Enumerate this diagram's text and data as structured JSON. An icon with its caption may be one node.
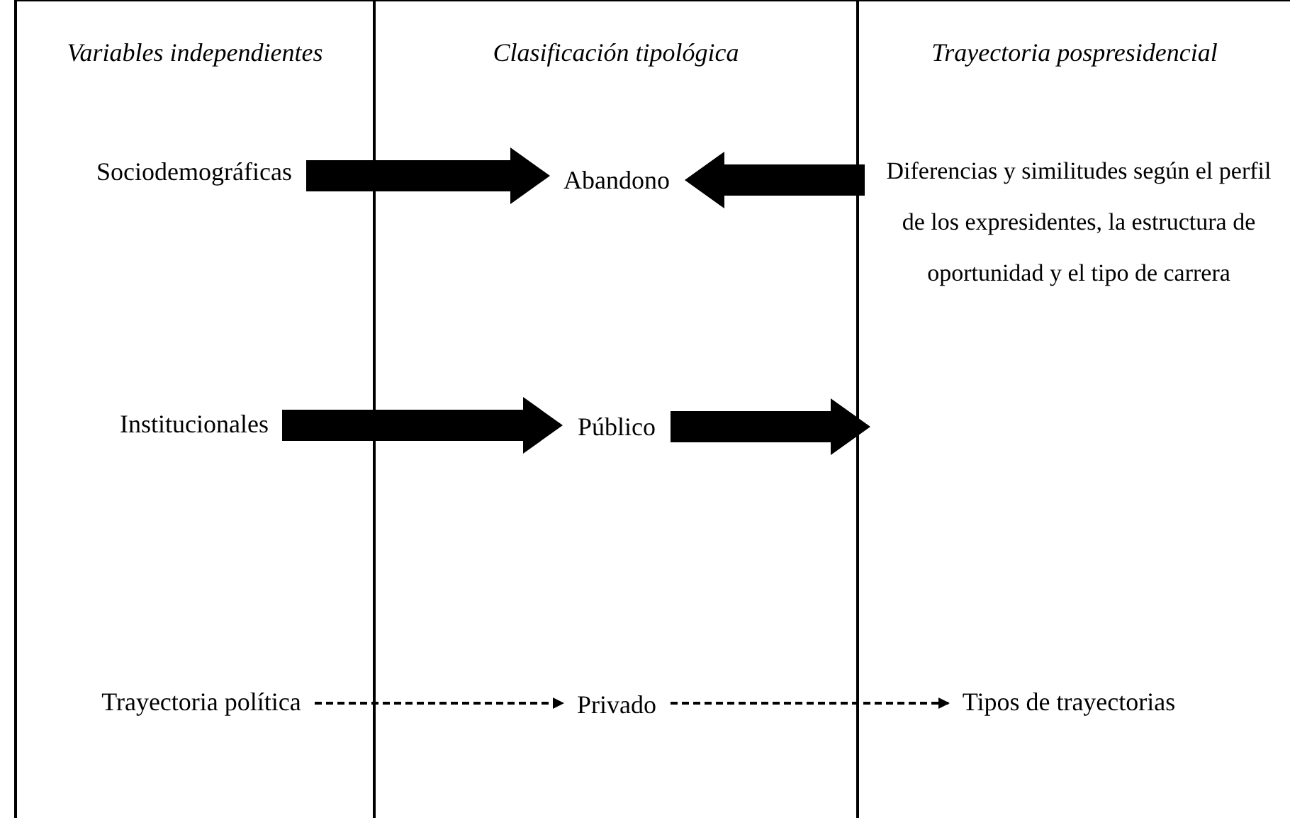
{
  "diagram": {
    "nodes": [
      {
        "text": [
          "Variables independientes"
        ]
      },
      {
        "text": [
          "Sociodemográficas"
        ],
        "in": 0
      },
      {
        "text": [
          "Institucionales"
        ],
        "in": 0
      },
      {
        "text": [
          "Trayectoria política"
        ],
        "in": 0
      },
      {
        "text": [
          "Clasificación tipológica"
        ]
      },
      {
        "text": [
          "Abandono"
        ],
        "in": 4
      },
      {
        "text": [
          "Público"
        ],
        "in": 4
      },
      {
        "text": [
          "Privado"
        ],
        "in": 4
      },
      {
        "text": [
          "Trayectoria pospresidencial"
        ]
      },
      {
        "text": [
          "Diferencias y similitudes según el perfil de los expresidentes, la estructura de oportunidad y el tipo de carrera"
        ],
        "in": 8
      },
      {
        "text": [
          "Tipos de trayectorias"
        ],
        "in": 8
      }
    ],
    "edges": [
      {
        "from": 1,
        "to": 5,
        "arrow": "to",
        "style": "thick"
      },
      {
        "from": 9,
        "to": 5,
        "arrow": "to",
        "style": "thick"
      },
      {
        "from": 2,
        "to": 6,
        "arrow": "to",
        "style": "thick"
      },
      {
        "from": 6,
        "to": 8,
        "arrow": "to",
        "style": "thick"
      },
      {
        "from": 3,
        "to": 7,
        "arrow": "to",
        "style": "dashed"
      },
      {
        "from": 7,
        "to": 10,
        "arrow": "to",
        "style": "dashed"
      }
    ]
  }
}
